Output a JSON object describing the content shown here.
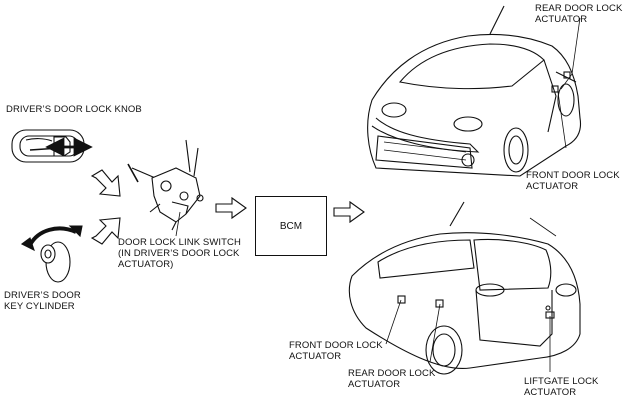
{
  "labels": {
    "driver_knob": "DRIVER’S DOOR LOCK KNOB",
    "key_cylinder": "DRIVER’S DOOR\nKEY CYLINDER",
    "link_switch": "DOOR LOCK LINK SWITCH\n(IN DRIVER’S DOOR LOCK\nACTUATOR)",
    "bcm": "BCM",
    "rear_actuator_top": "REAR DOOR LOCK\nACTUATOR",
    "front_actuator_top": "FRONT DOOR LOCK\nACTUATOR",
    "front_actuator_bottom": "FRONT DOOR LOCK\nACTUATOR",
    "rear_actuator_bottom": "REAR DOOR LOCK\nACTUATOR",
    "liftgate_actuator": "LIFTGATE LOCK\nACTUATOR"
  },
  "icons": [
    "door-knob-icon",
    "key-cylinder-icon",
    "door-lock-actuator-icon",
    "car-front-view-icon",
    "car-rear-view-icon"
  ]
}
